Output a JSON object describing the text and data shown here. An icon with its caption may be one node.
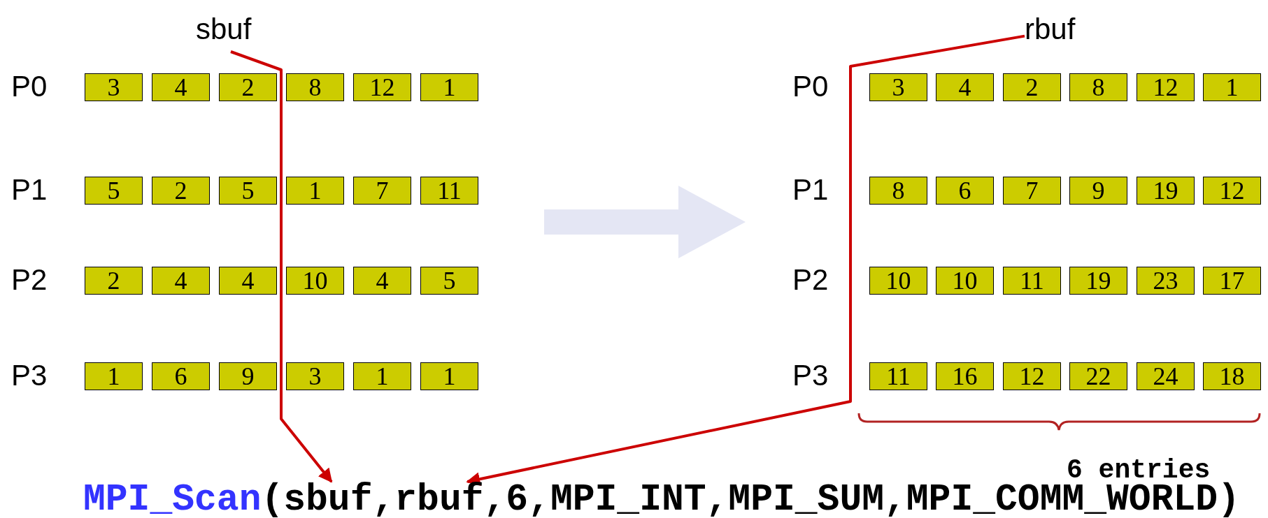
{
  "diagram": {
    "nodes": [
      {
        "text": [
          "sbuf"
        ]
      },
      {
        "text": [
          "rbuf"
        ]
      },
      {
        "text": [
          "3"
        ]
      },
      {
        "text": [
          "4"
        ]
      },
      {
        "text": [
          "2"
        ]
      },
      {
        "text": [
          "8"
        ]
      },
      {
        "text": [
          "12"
        ]
      },
      {
        "text": [
          "1"
        ]
      },
      {
        "text": [
          "3"
        ]
      },
      {
        "text": [
          "4"
        ]
      },
      {
        "text": [
          "2"
        ]
      },
      {
        "text": [
          "8"
        ]
      },
      {
        "text": [
          "12"
        ]
      },
      {
        "text": [
          "1"
        ]
      },
      {
        "text": [
          "5"
        ]
      },
      {
        "text": [
          "2"
        ]
      },
      {
        "text": [
          "5"
        ]
      },
      {
        "text": [
          "1"
        ]
      },
      {
        "text": [
          "7"
        ]
      },
      {
        "text": [
          "11"
        ]
      },
      {
        "text": [
          "8"
        ]
      },
      {
        "text": [
          "6"
        ]
      },
      {
        "text": [
          "7"
        ]
      },
      {
        "text": [
          "9"
        ]
      },
      {
        "text": [
          "19"
        ]
      },
      {
        "text": [
          "12"
        ]
      },
      {
        "text": [
          "2"
        ]
      },
      {
        "text": [
          "4"
        ]
      },
      {
        "text": [
          "4"
        ]
      },
      {
        "text": [
          "10"
        ]
      },
      {
        "text": [
          "4"
        ]
      },
      {
        "text": [
          "5"
        ]
      },
      {
        "text": [
          "10"
        ]
      },
      {
        "text": [
          "10"
        ]
      },
      {
        "text": [
          "11"
        ]
      },
      {
        "text": [
          "19"
        ]
      },
      {
        "text": [
          "23"
        ]
      },
      {
        "text": [
          "17"
        ]
      },
      {
        "text": [
          "1"
        ]
      },
      {
        "text": [
          "6"
        ]
      },
      {
        "text": [
          "9"
        ]
      },
      {
        "text": [
          "3"
        ]
      },
      {
        "text": [
          "1"
        ]
      },
      {
        "text": [
          "1"
        ]
      },
      {
        "text": [
          "11"
        ]
      },
      {
        "text": [
          "16"
        ]
      },
      {
        "text": [
          "12"
        ]
      },
      {
        "text": [
          "22"
        ]
      },
      {
        "text": [
          "24"
        ]
      },
      {
        "text": [
          "18"
        ]
      },
      {
        "text": [
          "MPI_Scan(sbuf,rbuf,6,MPI_INT,MPI_SUM,MPI_COMM_WORLD)"
        ]
      }
    ],
    "edges": [
      {
        "from": 0,
        "to": 50,
        "arrow": "to",
        "color": "#cc0000"
      },
      {
        "from": 1,
        "to": 50,
        "arrow": "to",
        "color": "#cc0000"
      }
    ],
    "labels": [
      "P0",
      "P0",
      "P1",
      "P1",
      "P2",
      "P2",
      "P3",
      "P3",
      "6 entries"
    ]
  }
}
